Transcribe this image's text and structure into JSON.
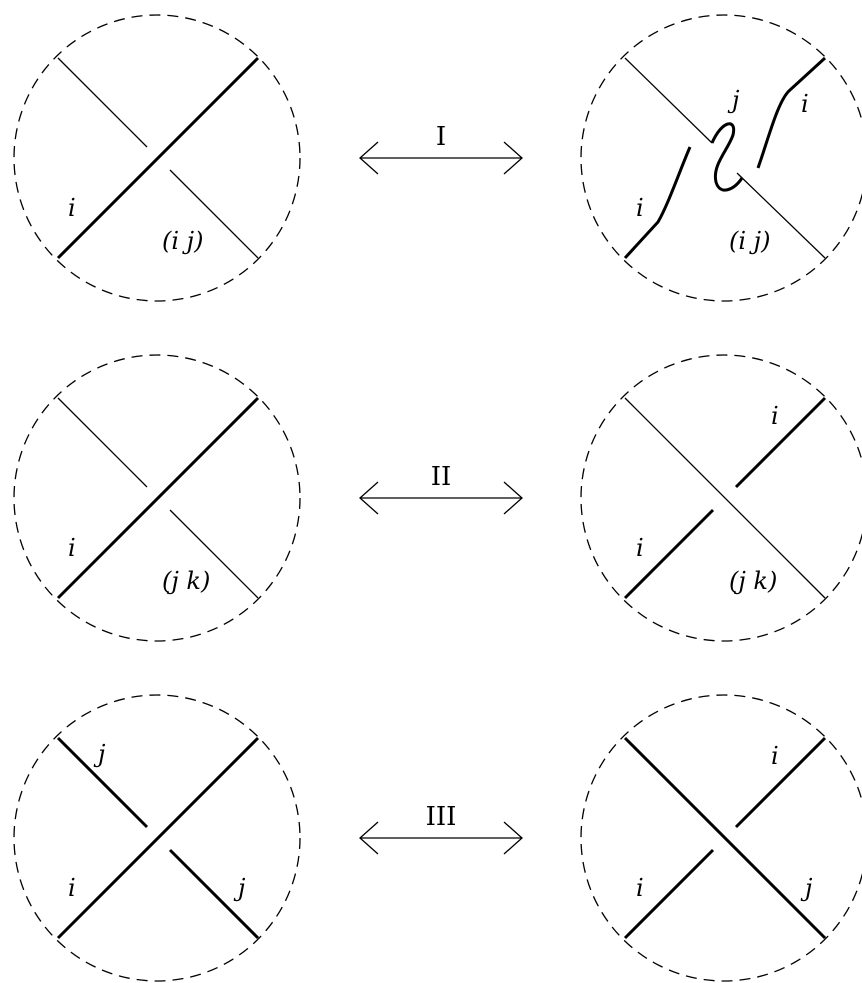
{
  "moves": [
    {
      "name": "I",
      "left": {
        "label_i": "i",
        "label_pair": "(i j)"
      },
      "right": {
        "label_j": "j",
        "label_i_top": "i",
        "label_i_bottom": "i",
        "label_pair": "(i j)"
      }
    },
    {
      "name": "II",
      "left": {
        "label_i": "i",
        "label_pair": "(j k)"
      },
      "right": {
        "label_i_top": "i",
        "label_i_bottom": "i",
        "label_pair": "(j k)"
      }
    },
    {
      "name": "III",
      "left": {
        "label_j_top": "j",
        "label_i": "i",
        "label_j_bottom": "j"
      },
      "right": {
        "label_i_top": "i",
        "label_i_bottom": "i",
        "label_j": "j"
      }
    }
  ]
}
